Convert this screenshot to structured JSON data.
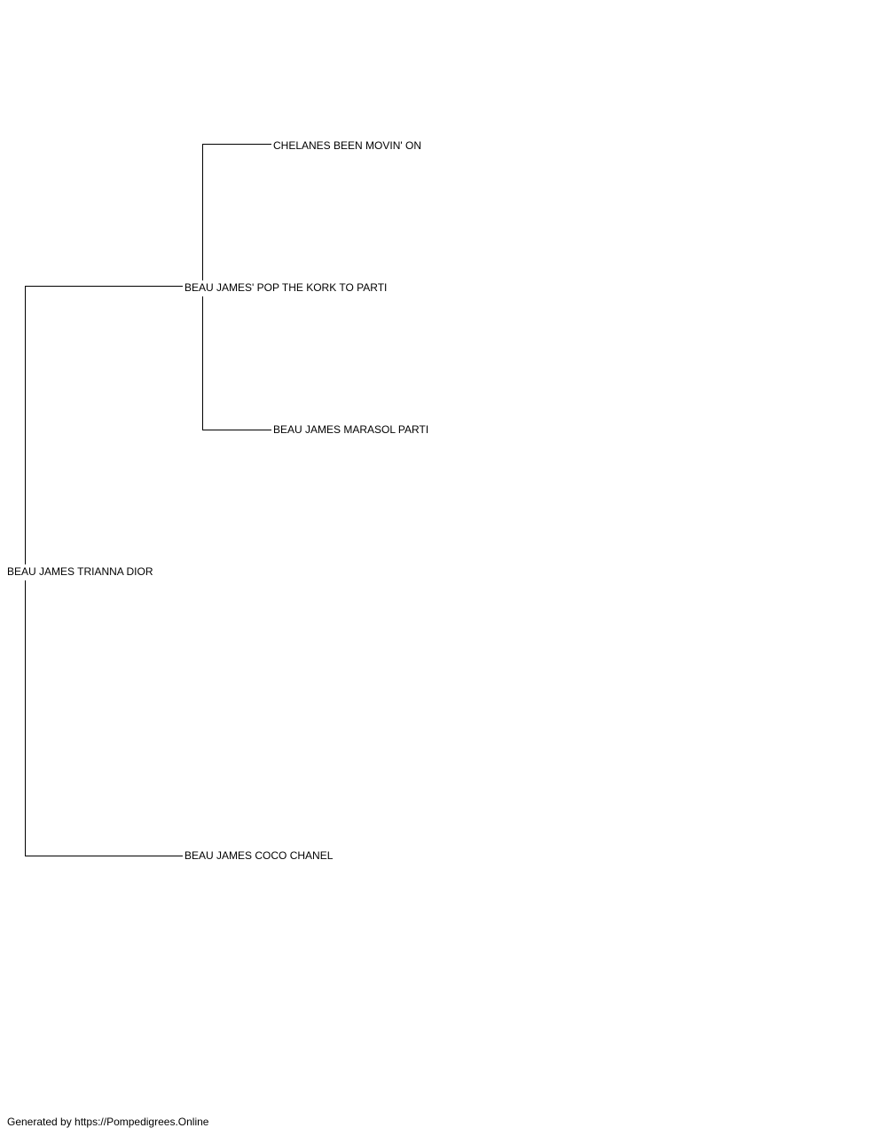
{
  "pedigree": {
    "subject": "BEAU JAMES TRIANNA DIOR",
    "sire": "BEAU JAMES' POP THE KORK TO PARTI",
    "sire_sire": "CHELANES BEEN MOVIN' ON",
    "sire_dam": "BEAU JAMES MARASOL PARTI",
    "dam": "BEAU JAMES COCO CHANEL"
  },
  "footer": {
    "text": "Generated by https://Pompedigrees.Online"
  }
}
